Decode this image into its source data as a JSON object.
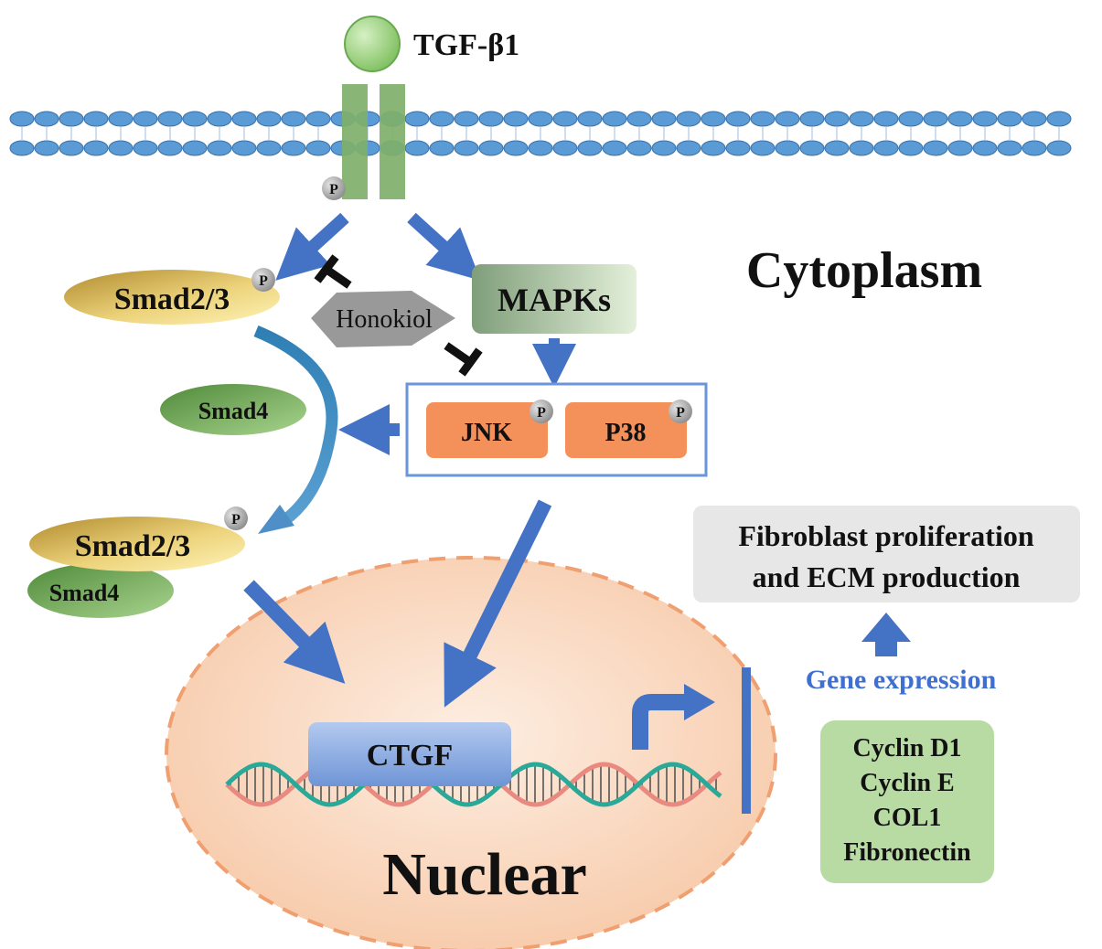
{
  "ligand": {
    "label": "TGF-β1"
  },
  "compartments": {
    "cytoplasm": "Cytoplasm",
    "nucleus": "Nuclear"
  },
  "phospho_label": "P",
  "proteins": {
    "smad23_top": "Smad2/3",
    "smad4_free": "Smad4",
    "smad23_complex": "Smad2/3",
    "smad4_complex": "Smad4",
    "mapks": "MAPKs",
    "jnk": "JNK",
    "p38": "P38",
    "ctgf": "CTGF"
  },
  "inhibitor": {
    "label": "Honokiol"
  },
  "outcome": {
    "line1": "Fibroblast proliferation",
    "line2": "and ECM production"
  },
  "gene_expression": {
    "label": "Gene expression",
    "color": "#3f6fd0"
  },
  "target_genes": [
    "Cyclin D1",
    "Cyclin E",
    "COL1",
    "Fibronectin"
  ],
  "colors": {
    "arrow": "#4472c4",
    "membrane": "#5b9bd5",
    "receptor": "#7fb06a",
    "kinase": "#f4905a",
    "nucleus_border": "#f0a070"
  }
}
